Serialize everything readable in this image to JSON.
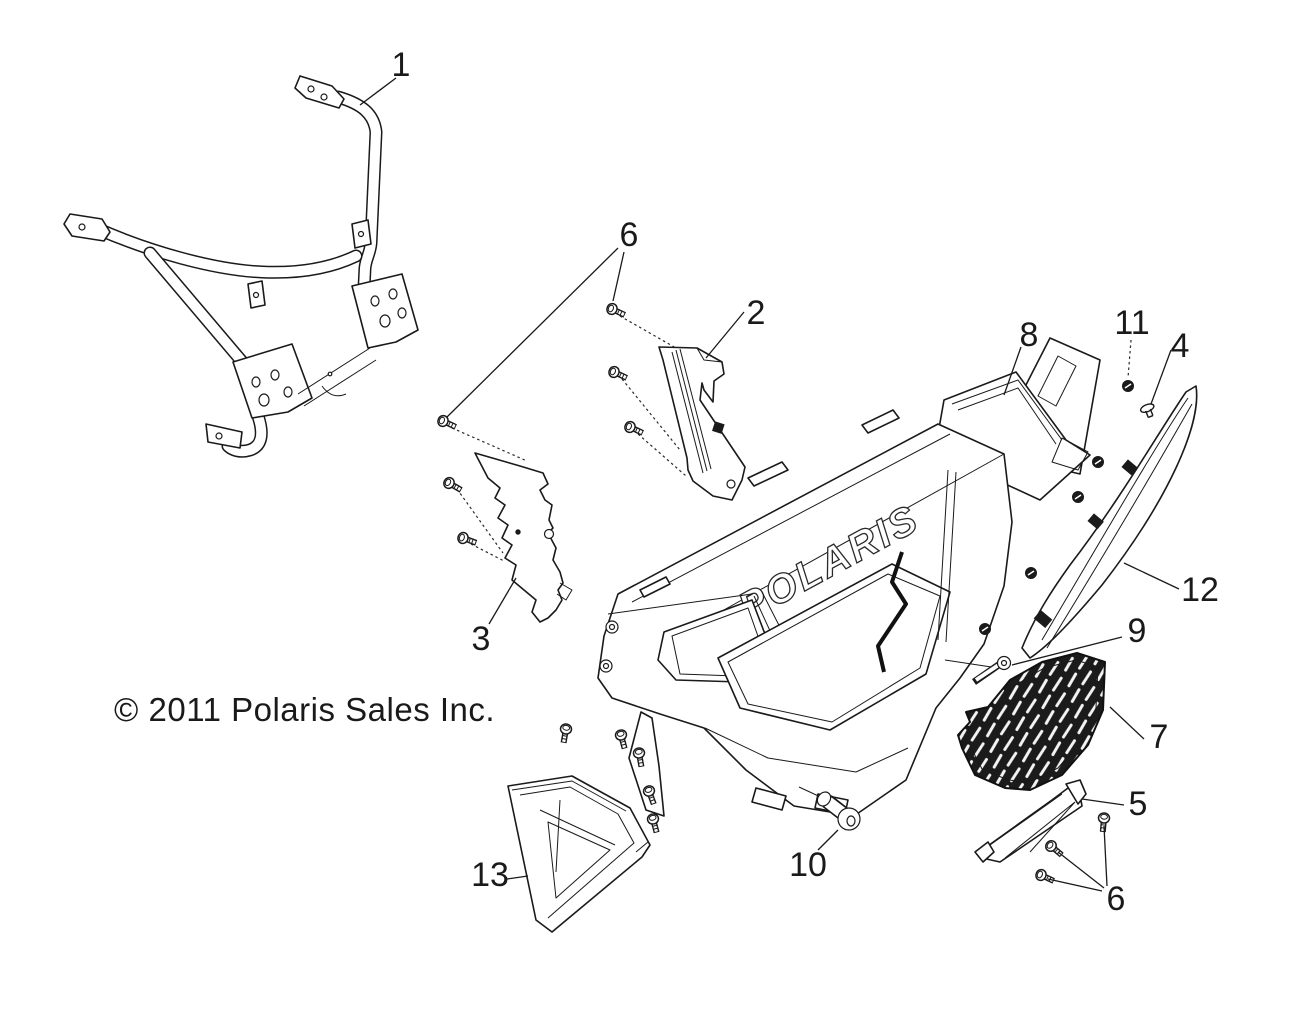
{
  "diagram": {
    "copyright": "© 2011 Polaris Sales Inc.",
    "logo_text": "POLARIS",
    "colors": {
      "ink": "#1a1a1a",
      "paper": "#ffffff"
    },
    "callouts": {
      "items": [
        {
          "label": "1"
        },
        {
          "label": "2"
        },
        {
          "label": "3"
        },
        {
          "label": "4"
        },
        {
          "label": "5"
        },
        {
          "label": "6"
        },
        {
          "label": "6"
        },
        {
          "label": "7"
        },
        {
          "label": "8"
        },
        {
          "label": "9"
        },
        {
          "label": "10"
        },
        {
          "label": "11"
        },
        {
          "label": "12"
        },
        {
          "label": "13"
        }
      ]
    }
  }
}
